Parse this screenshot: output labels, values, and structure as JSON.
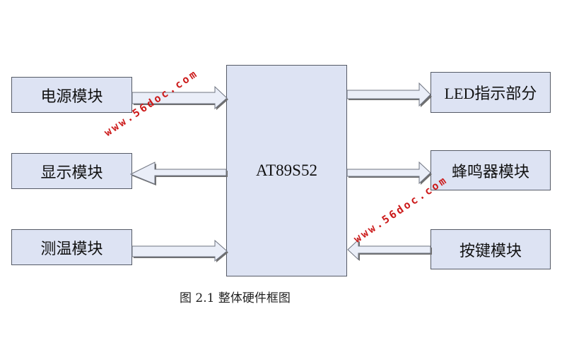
{
  "blocks": {
    "mcu": "AT89S52",
    "power": "电源模块",
    "display": "显示模块",
    "temperature": "测温模块",
    "led": "LED指示部分",
    "buzzer": "蜂鸣器模块",
    "keys": "按键模块"
  },
  "connections": [
    {
      "from": "power",
      "to": "mcu"
    },
    {
      "from": "mcu",
      "to": "display"
    },
    {
      "from": "temperature",
      "to": "mcu"
    },
    {
      "from": "mcu",
      "to": "led"
    },
    {
      "from": "mcu",
      "to": "buzzer"
    },
    {
      "from": "keys",
      "to": "mcu"
    }
  ],
  "caption": "图 2.1  整体硬件框图",
  "watermark": "www.56doc.com",
  "colors": {
    "block_fill": "#dde3f3",
    "block_border": "#555a66",
    "arrow_fill": "#eaeef8",
    "watermark": "#cc1a1a"
  }
}
